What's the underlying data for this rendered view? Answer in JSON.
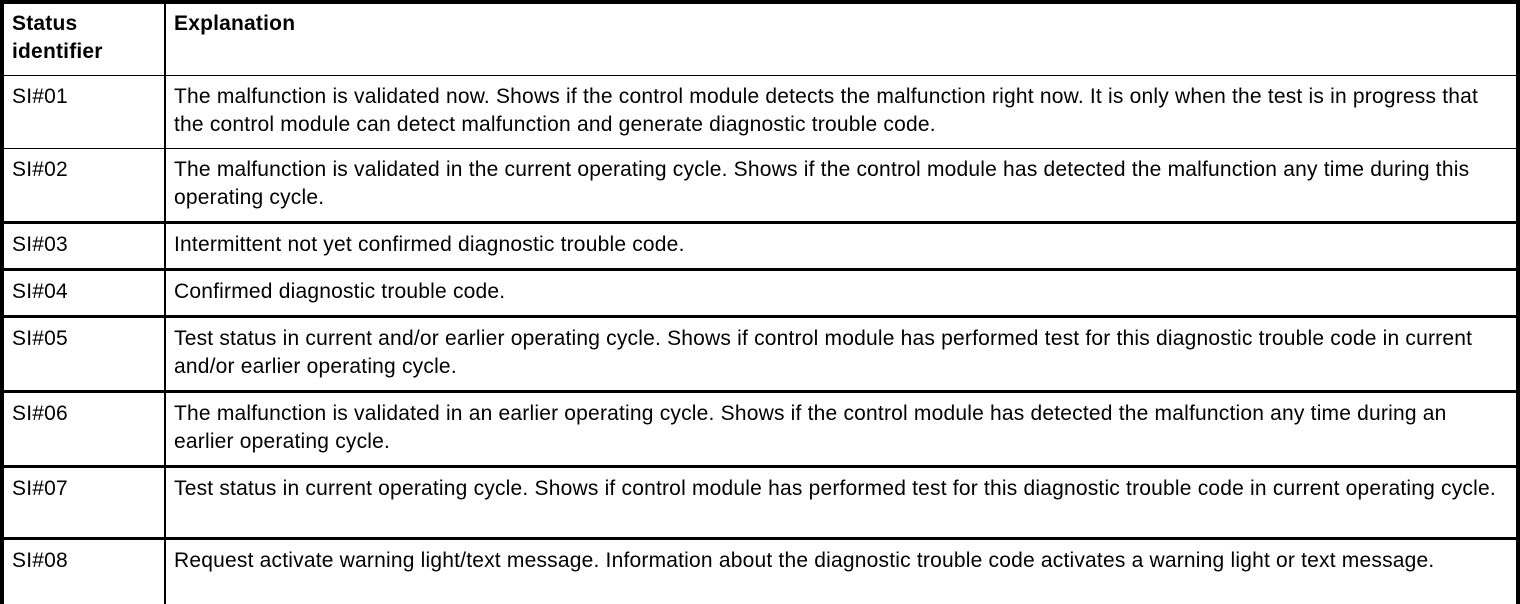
{
  "colors": {
    "border": "#000000",
    "text": "#000000",
    "background": "#ffffff"
  },
  "table": {
    "headers": [
      {
        "label": "Status identifier"
      },
      {
        "label": "Explanation"
      }
    ],
    "rows": [
      {
        "id": "SI#01",
        "explanation": "The malfunction is validated now. Shows if the control module detects the malfunction right now. It is only when the test is in progress that the control module can detect malfunction and generate diagnostic trouble code."
      },
      {
        "id": "SI#02",
        "explanation": "The malfunction is validated in the current operating cycle. Shows if the control module has detected the malfunction any time during this operating cycle."
      },
      {
        "id": "SI#03",
        "explanation": "Intermittent not yet confirmed diagnostic trouble code."
      },
      {
        "id": "SI#04",
        "explanation": "Confirmed diagnostic trouble code."
      },
      {
        "id": "SI#05",
        "explanation": "Test status in current and/or earlier operating cycle. Shows if control module has performed test for this diagnostic trouble code in current and/or earlier operating cycle."
      },
      {
        "id": "SI#06",
        "explanation": "The malfunction is validated in an earlier operating cycle. Shows if the control module has detected the malfunction any time during an earlier operating cycle."
      },
      {
        "id": "SI#07",
        "explanation": "Test status in current operating cycle. Shows if control module has performed test for this diagnostic trouble code in current operating cycle."
      },
      {
        "id": "SI#08",
        "explanation": "Request activate warning light/text message. Information about the diagnostic trouble code activates a warning light or text message."
      }
    ]
  }
}
